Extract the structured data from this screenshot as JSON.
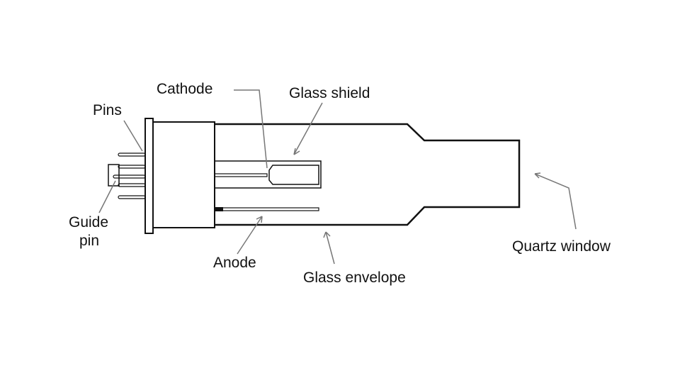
{
  "diagram": {
    "labels": {
      "cathode": "Cathode",
      "glass_shield": "Glass shield",
      "pins": "Pins",
      "guide_pin_line1": "Guide",
      "guide_pin_line2": "pin",
      "anode": "Anode",
      "glass_envelope": "Glass envelope",
      "quartz_window": "Quartz window"
    },
    "colors": {
      "outline": "#111111",
      "leader": "#777777"
    }
  }
}
